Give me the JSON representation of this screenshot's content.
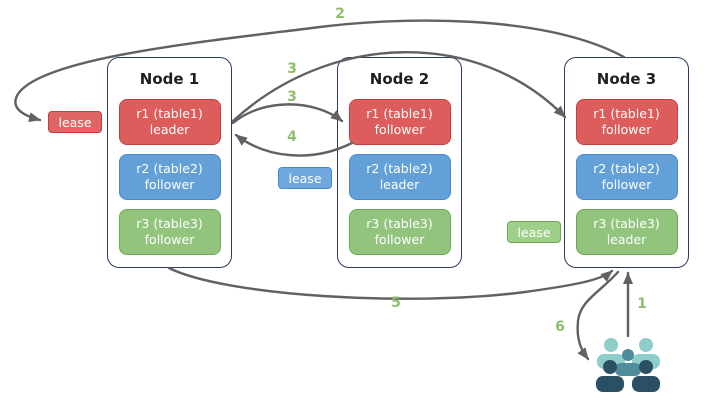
{
  "diagram": {
    "nodes": [
      {
        "title": "Node 1",
        "replicas": [
          {
            "range": "r1 (table1)",
            "role": "leader",
            "color": "#dd5c5c"
          },
          {
            "range": "r2 (table2)",
            "role": "follower",
            "color": "#64a0d8"
          },
          {
            "range": "r3 (table3)",
            "role": "follower",
            "color": "#93c47d"
          }
        ]
      },
      {
        "title": "Node 2",
        "replicas": [
          {
            "range": "r1 (table1)",
            "role": "follower",
            "color": "#dd5c5c"
          },
          {
            "range": "r2 (table2)",
            "role": "leader",
            "color": "#64a0d8"
          },
          {
            "range": "r3 (table3)",
            "role": "follower",
            "color": "#93c47d"
          }
        ]
      },
      {
        "title": "Node 3",
        "replicas": [
          {
            "range": "r1 (table1)",
            "role": "follower",
            "color": "#dd5c5c"
          },
          {
            "range": "r2 (table2)",
            "role": "follower",
            "color": "#64a0d8"
          },
          {
            "range": "r3 (table3)",
            "role": "leader",
            "color": "#93c47d"
          }
        ]
      }
    ],
    "lease_tags": [
      {
        "label": "lease",
        "color": "#e06666"
      },
      {
        "label": "lease",
        "color": "#6fa8dc"
      },
      {
        "label": "lease",
        "color": "#9fd08a"
      }
    ],
    "steps": {
      "s1": "1",
      "s2": "2",
      "s3a": "3",
      "s3b": "3",
      "s4": "4",
      "s5": "5",
      "s6": "6"
    },
    "client": {
      "icon": "users-group-icon"
    },
    "colors": {
      "arrow": "#616161",
      "step_label": "#8dbf6d",
      "node_border": "#2c3a5e",
      "users_light": "#8fcdca",
      "users_mid": "#4e8d9b",
      "users_dark": "#2b5064"
    }
  }
}
